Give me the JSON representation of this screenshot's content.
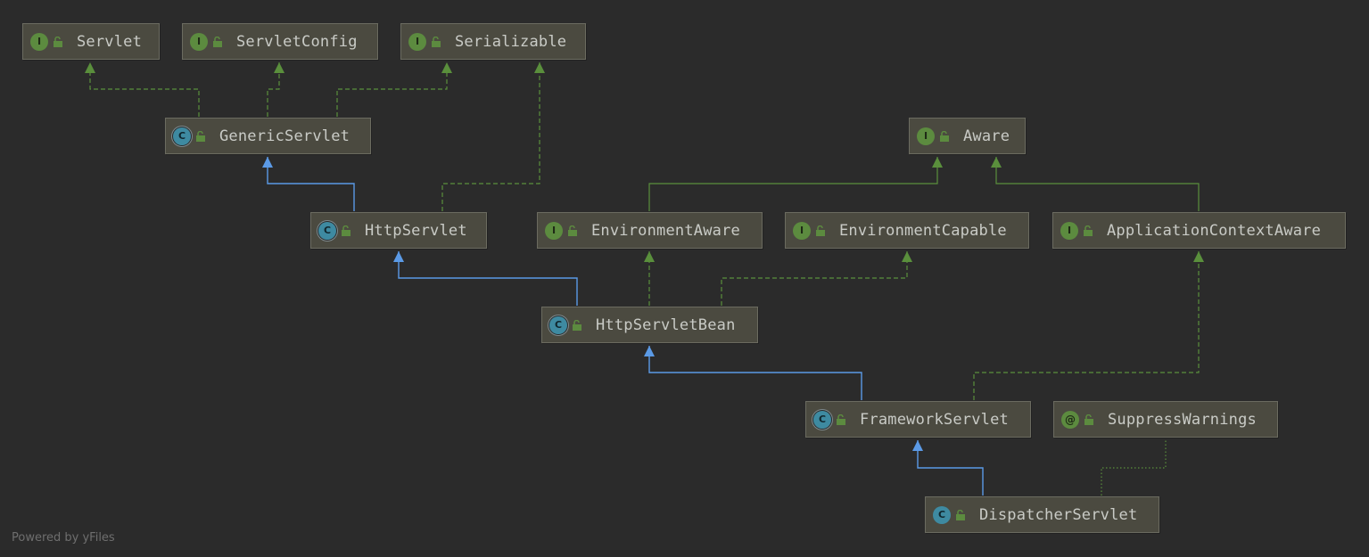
{
  "colors": {
    "background": "#2b2b2b",
    "node_fill": "#4b4a40",
    "interface_edge": "#5a8f3c",
    "extends_edge": "#5b9ae6",
    "annotation_edge": "#5a8f3c"
  },
  "nodes": {
    "servlet": {
      "label": "Servlet",
      "kind": "interface",
      "kind_letter": "I"
    },
    "servlet_config": {
      "label": "ServletConfig",
      "kind": "interface",
      "kind_letter": "I"
    },
    "serializable": {
      "label": "Serializable",
      "kind": "interface",
      "kind_letter": "I"
    },
    "generic_servlet": {
      "label": "GenericServlet",
      "kind": "abstract-class",
      "kind_letter": "C"
    },
    "aware": {
      "label": "Aware",
      "kind": "interface",
      "kind_letter": "I"
    },
    "http_servlet": {
      "label": "HttpServlet",
      "kind": "abstract-class",
      "kind_letter": "C"
    },
    "environment_aware": {
      "label": "EnvironmentAware",
      "kind": "interface",
      "kind_letter": "I"
    },
    "environment_capable": {
      "label": "EnvironmentCapable",
      "kind": "interface",
      "kind_letter": "I"
    },
    "application_context_aware": {
      "label": "ApplicationContextAware",
      "kind": "interface",
      "kind_letter": "I"
    },
    "http_servlet_bean": {
      "label": "HttpServletBean",
      "kind": "abstract-class",
      "kind_letter": "C"
    },
    "framework_servlet": {
      "label": "FrameworkServlet",
      "kind": "abstract-class",
      "kind_letter": "C"
    },
    "suppress_warnings": {
      "label": "SuppressWarnings",
      "kind": "annotation",
      "kind_letter": "@"
    },
    "dispatcher_servlet": {
      "label": "DispatcherServlet",
      "kind": "class",
      "kind_letter": "C"
    }
  },
  "edges": [
    {
      "from": "generic_servlet",
      "to": "servlet",
      "type": "implements"
    },
    {
      "from": "generic_servlet",
      "to": "servlet_config",
      "type": "implements"
    },
    {
      "from": "generic_servlet",
      "to": "serializable",
      "type": "implements"
    },
    {
      "from": "http_servlet",
      "to": "generic_servlet",
      "type": "extends"
    },
    {
      "from": "http_servlet",
      "to": "serializable",
      "type": "implements"
    },
    {
      "from": "environment_aware",
      "to": "aware",
      "type": "extends-interface"
    },
    {
      "from": "application_context_aware",
      "to": "aware",
      "type": "extends-interface"
    },
    {
      "from": "http_servlet_bean",
      "to": "http_servlet",
      "type": "extends"
    },
    {
      "from": "http_servlet_bean",
      "to": "environment_aware",
      "type": "implements"
    },
    {
      "from": "http_servlet_bean",
      "to": "environment_capable",
      "type": "implements"
    },
    {
      "from": "framework_servlet",
      "to": "http_servlet_bean",
      "type": "extends"
    },
    {
      "from": "framework_servlet",
      "to": "application_context_aware",
      "type": "implements"
    },
    {
      "from": "dispatcher_servlet",
      "to": "framework_servlet",
      "type": "extends"
    },
    {
      "from": "dispatcher_servlet",
      "to": "suppress_warnings",
      "type": "annotated-with"
    }
  ],
  "footer": {
    "credit": "Powered by yFiles"
  }
}
